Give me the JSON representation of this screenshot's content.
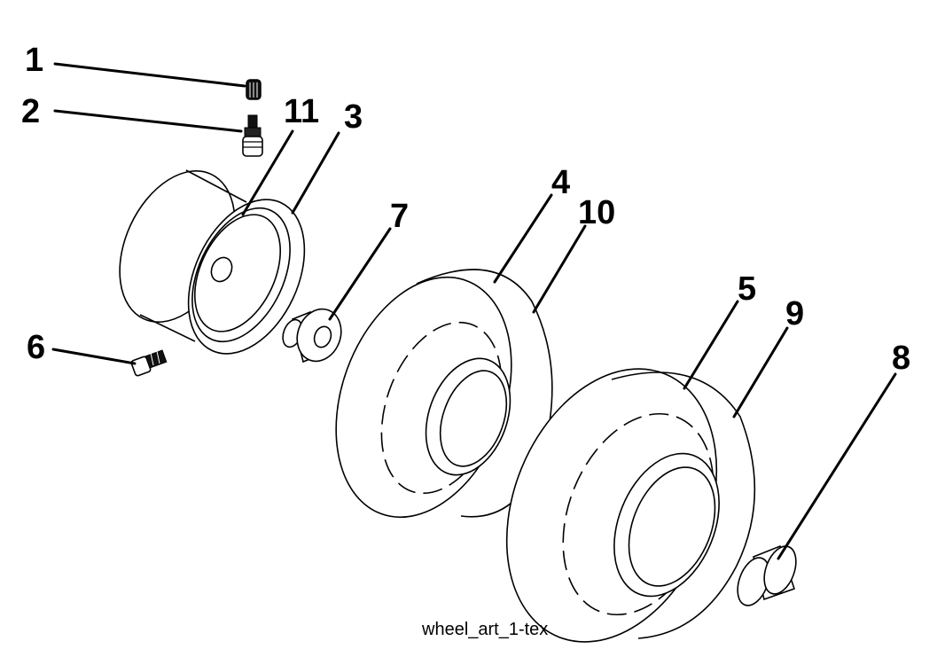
{
  "diagram": {
    "caption": "wheel_art_1-tex",
    "callouts": [
      {
        "id": "1",
        "label": "1"
      },
      {
        "id": "2",
        "label": "2"
      },
      {
        "id": "3",
        "label": "3"
      },
      {
        "id": "4",
        "label": "4"
      },
      {
        "id": "5",
        "label": "5"
      },
      {
        "id": "6",
        "label": "6"
      },
      {
        "id": "7",
        "label": "7"
      },
      {
        "id": "8",
        "label": "8"
      },
      {
        "id": "9",
        "label": "9"
      },
      {
        "id": "10",
        "label": "10"
      },
      {
        "id": "11",
        "label": "11"
      }
    ]
  }
}
